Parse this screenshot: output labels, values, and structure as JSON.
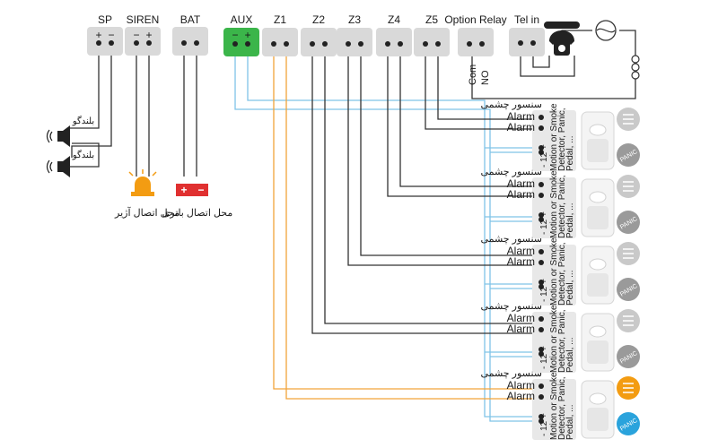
{
  "terminals": {
    "sp": {
      "label": "SP",
      "plus": "+",
      "minus": "−"
    },
    "siren": {
      "label": "SIREN",
      "minus": "−",
      "plus": "+"
    },
    "bat": {
      "label": "BAT"
    },
    "aux": {
      "label": "AUX",
      "minus": "−",
      "plus": "+"
    },
    "z1": {
      "label": "Z1"
    },
    "z2": {
      "label": "Z2"
    },
    "z3": {
      "label": "Z3"
    },
    "z4": {
      "label": "Z4"
    },
    "z5": {
      "label": "Z5"
    },
    "relay": {
      "label": "Option Relay",
      "com": "Com",
      "no": "NO"
    },
    "telin": {
      "label": "Tel in"
    }
  },
  "speakers": [
    {
      "label": "بلندگو"
    },
    {
      "label": "بلندگو"
    }
  ],
  "captions": {
    "siren_place": "محل اتصال آژیر",
    "battery_place": "محل اتصال باتری"
  },
  "battery_icon": {
    "plus": "+",
    "minus": "−"
  },
  "sensors": [
    {
      "title": "سنسور چشمی",
      "alarm1": "Alarm",
      "alarm2": "Alarm",
      "power": "- 12 +",
      "desc1": "Motion or Smoke",
      "desc2": "Detector, Panic,",
      "desc3": "Pedal, ...",
      "panic": "PANIC"
    },
    {
      "title": "سنسور چشمی",
      "alarm1": "Alarm",
      "alarm2": "Alarm",
      "power": "- 12 +",
      "desc1": "Motion or Smoke",
      "desc2": "Detector, Panic,",
      "desc3": "Pedal, ...",
      "panic": "PANIC"
    },
    {
      "title": "سنسور چشمی",
      "alarm1": "Alarm",
      "alarm2": "Alarm",
      "power": "- 12 +",
      "desc1": "Motion or Smoke",
      "desc2": "Detector, Panic,",
      "desc3": "Pedal, ...",
      "panic": "PANIC"
    },
    {
      "title": "سنسور چشمی",
      "alarm1": "Alarm",
      "alarm2": "Alarm",
      "power": "- 12 +",
      "desc1": "Motion or Smoke",
      "desc2": "Detector, Panic,",
      "desc3": "Pedal, ...",
      "panic": "PANIC"
    },
    {
      "title": "سنسور چشمی",
      "alarm1": "Alarm",
      "alarm2": "Alarm",
      "power": "- 12 +",
      "desc1": "Motion or Smoke",
      "desc2": "Detector, Panic,",
      "desc3": "Pedal, ...",
      "panic": "PANIC"
    }
  ],
  "colors": {
    "terminal_block": "#d9d9d9",
    "aux_block": "#3bb54a",
    "wire_dark": "#333333",
    "wire_blue": "#7fc3e8",
    "wire_orange": "#f2a33a",
    "panic_gray": "#9a9a9a",
    "panic_blue": "#2aa3dc",
    "bulb_orange": "#f39c12",
    "battery_red": "#e03030"
  }
}
